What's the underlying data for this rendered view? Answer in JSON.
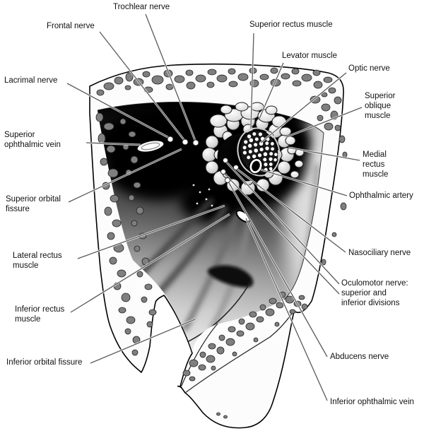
{
  "figure": {
    "description": "Anatomical diagram of the orbital apex (superior orbital fissure and annulus of Zinn) with labeled nerves, muscles and vessels"
  },
  "colors": {
    "ink": "#111111",
    "bone_marrow": "#7f7f7f",
    "leader_line": "#5a5a5a",
    "background": "#ffffff"
  },
  "labels": [
    {
      "id": "trochlear-nerve",
      "text": "Trochlear nerve"
    },
    {
      "id": "frontal-nerve",
      "text": "Frontal nerve"
    },
    {
      "id": "superior-rectus-muscle",
      "text": "Superior rectus muscle"
    },
    {
      "id": "levator-muscle",
      "text": "Levator muscle"
    },
    {
      "id": "optic-nerve",
      "text": "Optic nerve"
    },
    {
      "id": "lacrimal-nerve",
      "text": "Lacrimal nerve"
    },
    {
      "id": "superior-oblique-muscle",
      "text": "Superior\noblique\nmuscle"
    },
    {
      "id": "superior-ophthalmic-vein",
      "text": "Superior\nophthalmic vein"
    },
    {
      "id": "medial-rectus-muscle",
      "text": "Medial\nrectus\nmuscle"
    },
    {
      "id": "ophthalmic-artery",
      "text": "Ophthalmic artery"
    },
    {
      "id": "superior-orbital-fissure",
      "text": "Superior orbital\nfissure"
    },
    {
      "id": "nasociliary-nerve",
      "text": "Nasociliary nerve"
    },
    {
      "id": "lateral-rectus-muscle",
      "text": "Lateral rectus\nmuscle"
    },
    {
      "id": "oculomotor-nerve",
      "text": "Oculomotor nerve:\nsuperior and\ninferior divisions"
    },
    {
      "id": "inferior-rectus-muscle",
      "text": "Inferior rectus\nmuscle"
    },
    {
      "id": "abducens-nerve",
      "text": "Abducens nerve"
    },
    {
      "id": "inferior-orbital-fissure",
      "text": "Inferior orbital fissure"
    },
    {
      "id": "inferior-ophthalmic-vein",
      "text": "Inferior ophthalmic vein"
    }
  ]
}
